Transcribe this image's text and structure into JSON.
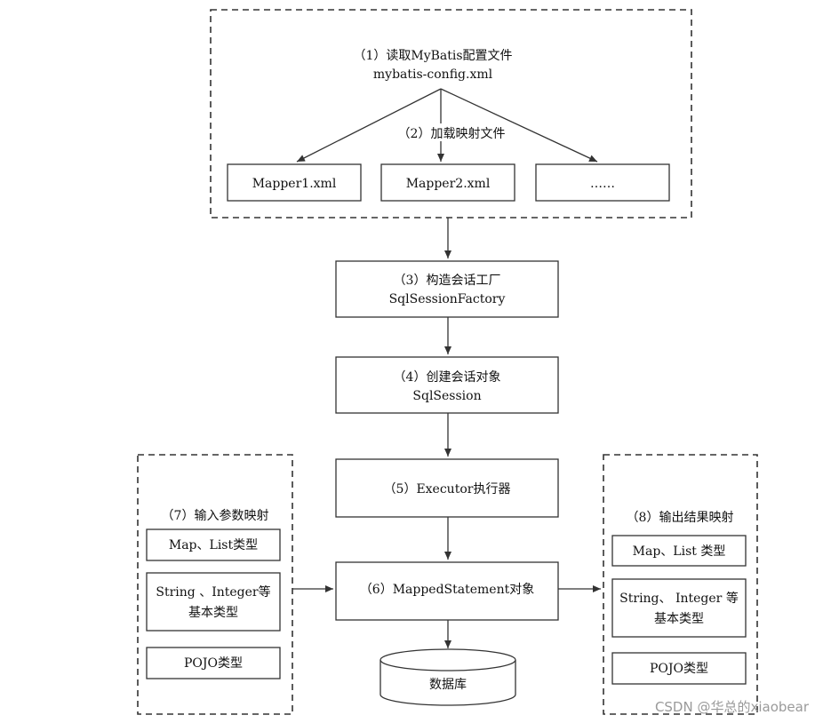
{
  "top_group": {
    "step1_line1": "（1）读取MyBatis配置文件",
    "step1_line2": "mybatis-config.xml",
    "step2": "（2）加载映射文件",
    "mapper1": "Mapper1.xml",
    "mapper2": "Mapper2.xml",
    "mapper_more": "……"
  },
  "step3": {
    "line1": "（3）构造会话工厂",
    "line2": "SqlSessionFactory"
  },
  "step4": {
    "line1": "（4）创建会话对象",
    "line2": "SqlSession"
  },
  "step5": {
    "label": "（5）Executor执行器"
  },
  "step6": {
    "label": "（6）MappedStatement对象"
  },
  "database": {
    "label": "数据库"
  },
  "input_mapping": {
    "title": "（7）输入参数映射",
    "map_list": "Map、List类型",
    "basic_line1": "String 、Integer等",
    "basic_line2": "基本类型",
    "pojo": "POJO类型"
  },
  "output_mapping": {
    "title": "（8）输出结果映射",
    "map_list": "Map、List 类型",
    "basic_line1": "String、 Integer 等",
    "basic_line2": "基本类型",
    "pojo": "POJO类型"
  },
  "watermark": "CSDN @华总的xiaobear"
}
